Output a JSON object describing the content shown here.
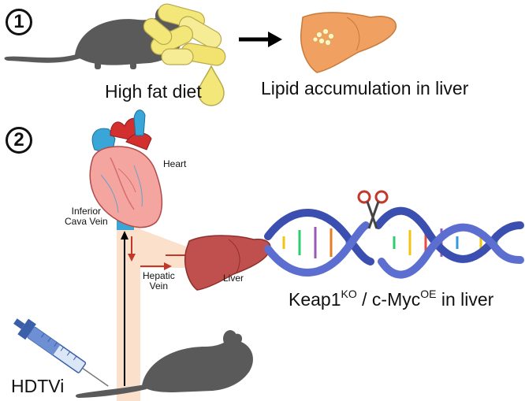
{
  "step1": {
    "number": "1",
    "diet_label": "High fat diet",
    "result_label": "Lipid accumulation in liver"
  },
  "step2": {
    "number": "2",
    "heart_label": "Heart",
    "ivc_label_line1": "Inferior",
    "ivc_label_line2": "Cava Vein",
    "hepatic_label_line1": "Hepatic",
    "hepatic_label_line2": "Vein",
    "liver_label": "Liver",
    "injection_label": "HDTVi",
    "genetics": {
      "gene1": "Keap1",
      "gene1_sup": "KO",
      "separator": " / c-Myc",
      "gene2_sup": "OE",
      "suffix": " in liver"
    }
  },
  "colors": {
    "mouse": "#5a5a5a",
    "pill": "#f4e77a",
    "liver_orange": "#f0a060",
    "liver_red": "#c0504d",
    "vein_band": "#fbe0cc",
    "dna_blue": "#3b4fb0",
    "arrow_red": "#c0392b"
  }
}
